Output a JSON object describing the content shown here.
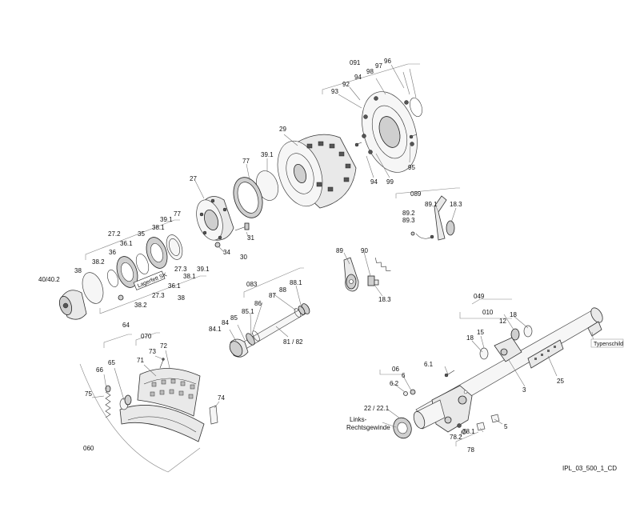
{
  "drawing": {
    "reference": "IPL_03_500_1_CD",
    "notes": {
      "thread": [
        "Links-",
        "Rechtsgewinde"
      ],
      "nameplate": "Typenschild",
      "bearing_grease": "Lagerfett SK"
    }
  },
  "callouts": {
    "c091": "091",
    "c96": "96",
    "c97": "97",
    "c98": "98",
    "c94a": "94",
    "c92": "92",
    "c93": "93",
    "c95": "95",
    "c94b": "94",
    "c99": "99",
    "c29": "29",
    "c39_1a": "39.1",
    "c77a": "77",
    "c27": "27",
    "c089": "089",
    "c89_1": "89.1",
    "c18_3a": "18.3",
    "c89_2": "89.2",
    "c89_3": "89.3",
    "c31": "31",
    "c34": "34",
    "c30": "30",
    "c27_2": "27.2",
    "c39_1b": "39.1",
    "c77b": "77",
    "c36_1a": "36.1",
    "c35": "35",
    "c38_1a": "38.1",
    "c38_2a": "38.2",
    "c36": "36",
    "c38": "38",
    "c40": "40/40.2",
    "c27_3a": "27.3",
    "c39_1c": "39.1",
    "c38_1b": "38.1",
    "c36_1b": "36.1",
    "c27_3b": "27.3",
    "c38_2b": "38.2",
    "c38b": "38",
    "c89": "89",
    "c90": "90",
    "c18_3b": "18.3",
    "c083": "083",
    "c88_1": "88.1",
    "c88": "88",
    "c87": "87",
    "c86": "86",
    "c85_1": "85.1",
    "c85": "85",
    "c84": "84",
    "c84_1": "84.1",
    "c81": "81 / 82",
    "c64": "64",
    "c070": "070",
    "c72": "72",
    "c73": "73",
    "c71": "71",
    "c65": "65",
    "c66": "66",
    "c75": "75",
    "c74": "74",
    "c060": "060",
    "c049": "049",
    "c010": "010",
    "c18a": "18",
    "c12": "12",
    "c15": "15",
    "c18b": "18",
    "c06": "06",
    "c6": "6",
    "c6_1": "6.1",
    "c6_2": "6.2",
    "c3": "3",
    "c25": "25",
    "c22": "22 / 22.1",
    "c5": "5",
    "c78_1": "78.1",
    "c78_2": "78.2",
    "c78": "78"
  }
}
